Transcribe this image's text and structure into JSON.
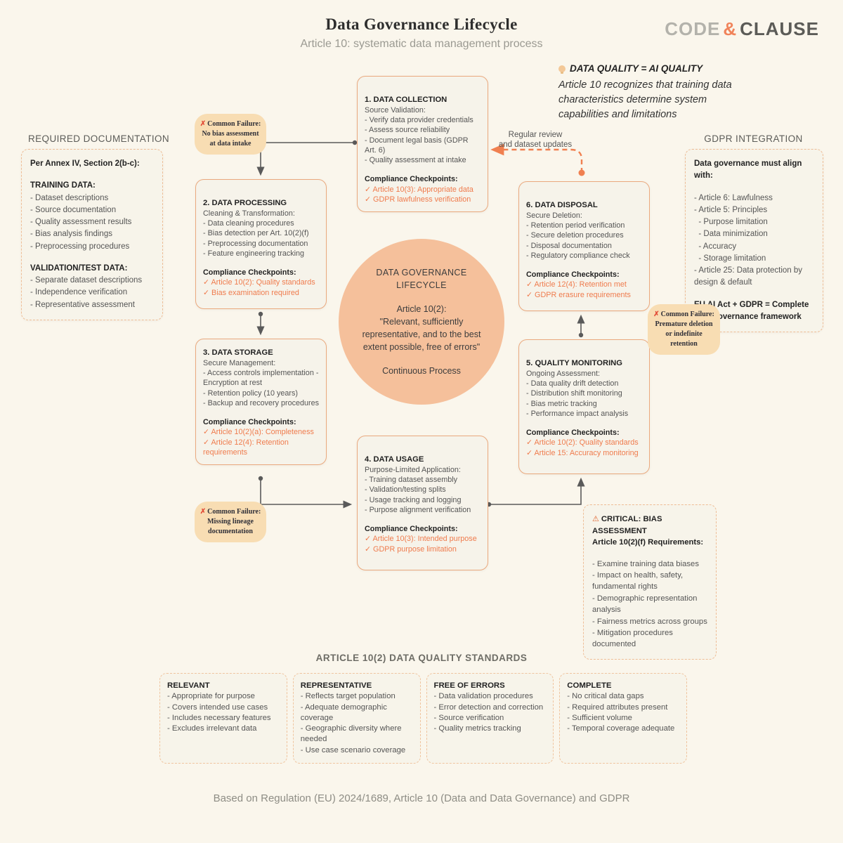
{
  "header": {
    "title": "Data Governance Lifecycle",
    "subtitle": "Article 10: systematic data management process",
    "logo": {
      "part1": "CODE",
      "amp": "&",
      "part2": "CLAUSE"
    }
  },
  "insight": {
    "title": "DATA QUALITY = AI QUALITY",
    "body": "Article 10 recognizes that training data characteristics determine system capabilities and limitations"
  },
  "required_documentation": {
    "heading": "REQUIRED DOCUMENTATION",
    "intro": "Per Annex IV, Section 2(b-c):",
    "training_title": "TRAINING DATA:",
    "training_items": [
      "- Dataset descriptions",
      "- Source documentation",
      "- Quality assessment results",
      "- Bias analysis findings",
      "- Preprocessing procedures"
    ],
    "validation_title": "VALIDATION/TEST DATA:",
    "validation_items": [
      "- Separate dataset descriptions",
      "- Independence verification",
      "- Representative assessment"
    ]
  },
  "gdpr": {
    "heading": "GDPR INTEGRATION",
    "intro": "Data governance must align with:",
    "items": [
      "- Article 6: Lawfulness",
      "- Article 5: Principles",
      "  - Purpose limitation",
      "  - Data minimization",
      "  - Accuracy",
      "  - Storage limitation",
      "- Article 25: Data protection by design & default"
    ],
    "footer": "EU AI Act + GDPR = Complete data governance framework"
  },
  "stages": [
    {
      "title": "1. DATA COLLECTION",
      "subtitle": "Source Validation:",
      "items": [
        "- Verify data provider credentials",
        "- Assess source reliability",
        "- Document legal basis (GDPR Art. 6)",
        "- Quality assessment at intake"
      ],
      "cp_label": "Compliance Checkpoints:",
      "checkpoints": [
        "✓ Article 10(3): Appropriate data",
        "✓ GDPR lawfulness verification"
      ]
    },
    {
      "title": "2. DATA PROCESSING",
      "subtitle": "Cleaning & Transformation:",
      "items": [
        "- Data cleaning procedures",
        "- Bias detection per Art. 10(2)(f)",
        "- Preprocessing documentation",
        "- Feature engineering tracking"
      ],
      "cp_label": "Compliance Checkpoints:",
      "checkpoints": [
        "✓ Article 10(2): Quality standards",
        "✓ Bias examination required"
      ]
    },
    {
      "title": "3. DATA STORAGE",
      "subtitle": "Secure Management:",
      "items": [
        "- Access controls implementation - Encryption at rest",
        "- Retention policy (10 years)",
        "- Backup and recovery procedures"
      ],
      "cp_label": "Compliance Checkpoints:",
      "checkpoints": [
        "✓ Article 10(2)(a): Completeness",
        "✓ Article 12(4): Retention requirements"
      ]
    },
    {
      "title": "4. DATA USAGE",
      "subtitle": "Purpose-Limited Application:",
      "items": [
        "- Training dataset assembly",
        "- Validation/testing splits",
        "- Usage tracking and logging",
        "- Purpose alignment verification"
      ],
      "cp_label": "Compliance Checkpoints:",
      "checkpoints": [
        "✓ Article 10(3): Intended purpose",
        "✓ GDPR purpose limitation"
      ]
    },
    {
      "title": "5. QUALITY MONITORING",
      "subtitle": "Ongoing Assessment:",
      "items": [
        "- Data quality drift detection",
        "- Distribution shift monitoring",
        "- Bias metric tracking",
        "- Performance impact analysis"
      ],
      "cp_label": "Compliance Checkpoints:",
      "checkpoints": [
        "✓ Article 10(2): Quality standards",
        "✓ Article 15: Accuracy monitoring"
      ]
    },
    {
      "title": "6. DATA DISPOSAL",
      "subtitle": "Secure Deletion:",
      "items": [
        "- Retention period verification",
        "- Secure deletion procedures",
        "- Disposal documentation",
        "- Regulatory compliance check"
      ],
      "cp_label": "Compliance Checkpoints:",
      "checkpoints": [
        "✓ Article 12(4): Retention met",
        "✓ GDPR erasure requirements"
      ]
    }
  ],
  "center": {
    "line1": "DATA GOVERNANCE LIFECYCLE",
    "line2": "Article 10(2):",
    "quote": "\"Relevant, sufficiently representative, and to the best extent possible, free of errors\"",
    "line3": "Continuous Process"
  },
  "failures": [
    {
      "icon": "✗",
      "label": "Common Failure:",
      "text": "No bias assessment at data intake"
    },
    {
      "icon": "✗",
      "label": "Common Failure:",
      "text": "Premature deletion or indefinite retention"
    },
    {
      "icon": "✗",
      "label": "Common Failure:",
      "text": "Missing lineage documentation"
    }
  ],
  "critical": {
    "icon": "⚠",
    "title": "CRITICAL: BIAS ASSESSMENT",
    "subtitle": "Article 10(2)(f) Requirements:",
    "items": [
      "- Examine training data biases",
      "- Impact on health, safety, fundamental rights",
      "- Demographic representation analysis",
      "- Fairness metrics across groups",
      "- Mitigation procedures documented"
    ]
  },
  "feedback_label": "Regular review\nand dataset updates",
  "standards": {
    "heading": "ARTICLE 10(2) DATA QUALITY STANDARDS",
    "boxes": [
      {
        "title": "RELEVANT",
        "items": [
          "- Appropriate for purpose",
          "- Covers intended use cases",
          "- Includes necessary features",
          "- Excludes irrelevant data"
        ]
      },
      {
        "title": "REPRESENTATIVE",
        "items": [
          "- Reflects target population",
          "- Adequate demographic coverage",
          "- Geographic diversity where needed",
          "- Use case scenario coverage"
        ]
      },
      {
        "title": "FREE OF ERRORS",
        "items": [
          "- Data validation procedures",
          "- Error detection and correction",
          "- Source verification",
          "- Quality metrics tracking"
        ]
      },
      {
        "title": "COMPLETE",
        "items": [
          "- No critical data gaps",
          "- Required attributes present",
          "- Sufficient volume",
          "- Temporal coverage adequate"
        ]
      }
    ]
  },
  "footer": "Based on Regulation (EU) 2024/1689, Article 10 (Data and Data Governance) and GDPR",
  "colors": {
    "accent_orange": "#f08050",
    "checkpoint_orange": "#ef7b4d",
    "circle_peach": "#f5c09b",
    "callout_tan": "#f8ddb3",
    "background_cream": "#faf6ec"
  }
}
